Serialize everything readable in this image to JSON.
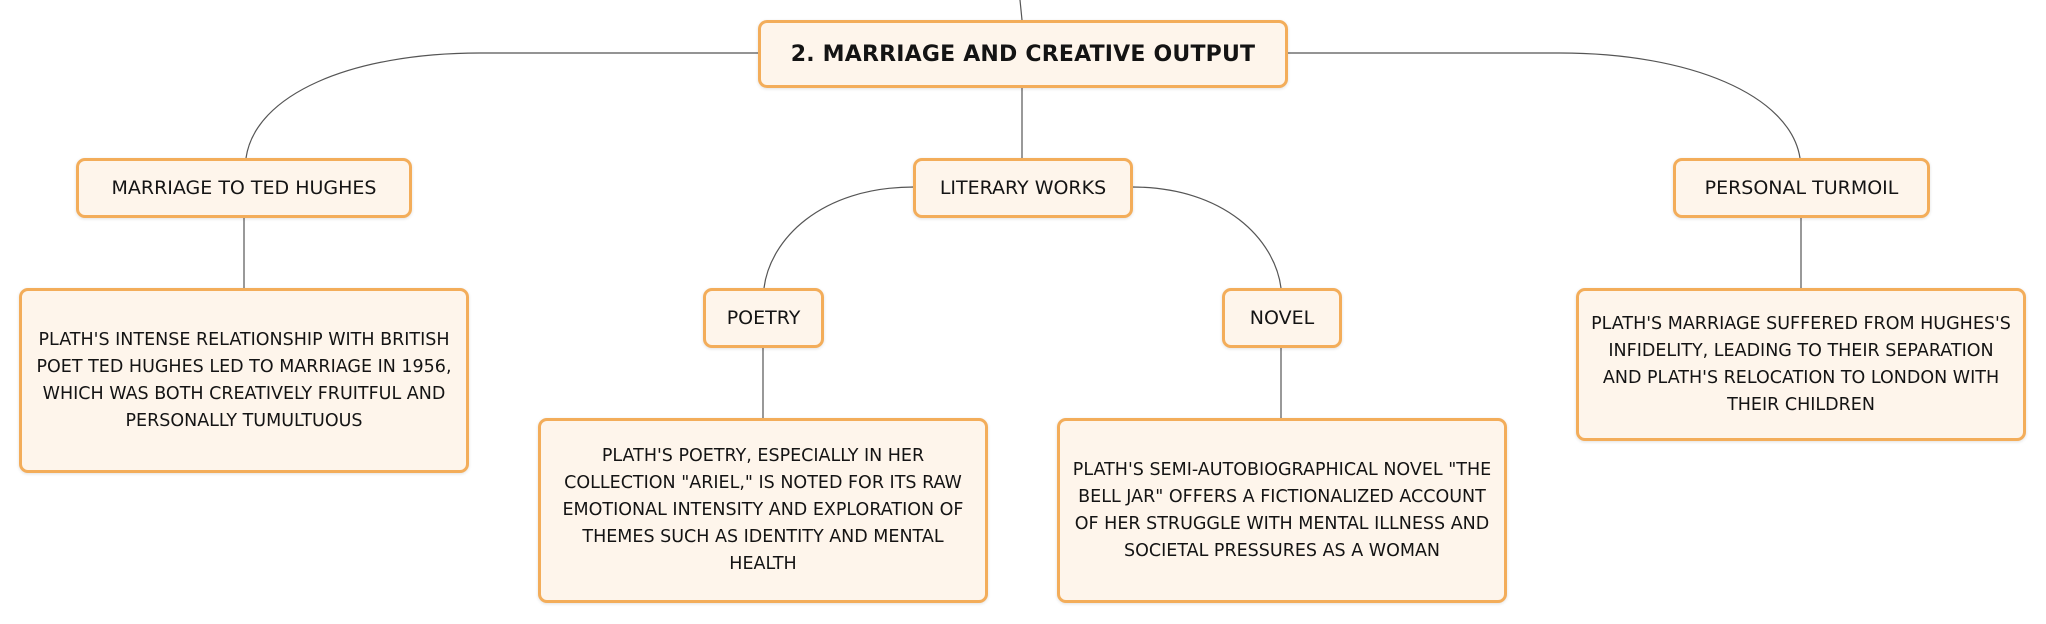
{
  "diagram": {
    "root": {
      "label": "2. MARRIAGE AND CREATIVE OUTPUT"
    },
    "branches": {
      "marriage": {
        "label": "MARRIAGE TO TED HUGHES",
        "detail": "PLATH'S INTENSE RELATIONSHIP WITH BRITISH POET TED HUGHES LED TO MARRIAGE IN 1956, WHICH WAS BOTH CREATIVELY FRUITFUL AND PERSONALLY TUMULTUOUS"
      },
      "literary": {
        "label": "LITERARY WORKS",
        "poetry": {
          "label": "POETRY",
          "detail": "PLATH'S POETRY, ESPECIALLY IN HER COLLECTION \"ARIEL,\" IS NOTED FOR ITS RAW EMOTIONAL INTENSITY AND EXPLORATION OF THEMES SUCH AS IDENTITY AND MENTAL HEALTH"
        },
        "novel": {
          "label": "NOVEL",
          "detail": "PLATH'S SEMI-AUTOBIOGRAPHICAL NOVEL \"THE BELL JAR\" OFFERS A FICTIONALIZED ACCOUNT OF HER STRUGGLE WITH MENTAL ILLNESS AND SOCIETAL PRESSURES AS A WOMAN"
        }
      },
      "turmoil": {
        "label": "PERSONAL TURMOIL",
        "detail": "PLATH'S MARRIAGE SUFFERED FROM HUGHES'S INFIDELITY, LEADING TO THEIR SEPARATION AND PLATH'S RELOCATION TO LONDON WITH THEIR CHILDREN"
      }
    }
  },
  "colors": {
    "node_fill": "#fef5eb",
    "node_border": "#f3ad5a",
    "connector": "#555555",
    "text": "#141414"
  }
}
